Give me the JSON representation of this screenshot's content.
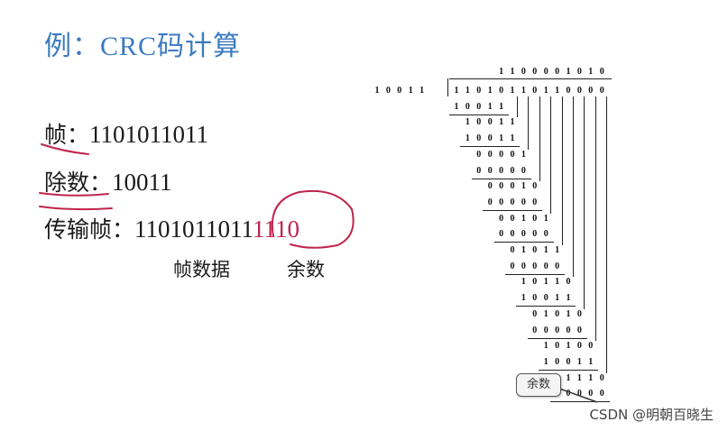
{
  "title": {
    "prefix": "例：",
    "latin": "CRC",
    "suffix": "码计算"
  },
  "frame": {
    "label": "帧：",
    "value": "1101011011"
  },
  "divisor": {
    "label": "除数：",
    "value": "10011"
  },
  "transmit": {
    "label": "传输帧：",
    "data_part": "1101011011",
    "remainder_part": "1110"
  },
  "captions": {
    "data": "帧数据",
    "remainder": "余数"
  },
  "long_division": {
    "quotient": "1100001010",
    "divisor": "10011",
    "dividend": "11010110110000",
    "steps": [
      {
        "digits": "10011",
        "start": 0
      },
      {
        "digits": "10011",
        "start": 1
      },
      {
        "digits": "10011",
        "start": 1
      },
      {
        "digits": "00001",
        "start": 2
      },
      {
        "digits": "00000",
        "start": 2
      },
      {
        "digits": "00010",
        "start": 3
      },
      {
        "digits": "00000",
        "start": 3
      },
      {
        "digits": "00101",
        "start": 4
      },
      {
        "digits": "00000",
        "start": 4
      },
      {
        "digits": "01011",
        "start": 5
      },
      {
        "digits": "00000",
        "start": 5
      },
      {
        "digits": "10110",
        "start": 6
      },
      {
        "digits": "10011",
        "start": 6
      },
      {
        "digits": "01010",
        "start": 7
      },
      {
        "digits": "00000",
        "start": 7
      },
      {
        "digits": "10100",
        "start": 8
      },
      {
        "digits": "10011",
        "start": 8
      },
      {
        "digits": "01110",
        "start": 9
      },
      {
        "digits": "00000",
        "start": 9
      }
    ]
  },
  "callout": {
    "label": "余数"
  },
  "watermark": "CSDN @明朝百晓生",
  "colors": {
    "title": "#3b7bbf",
    "remainder": "#c0244d",
    "text": "#1a1a1a"
  }
}
